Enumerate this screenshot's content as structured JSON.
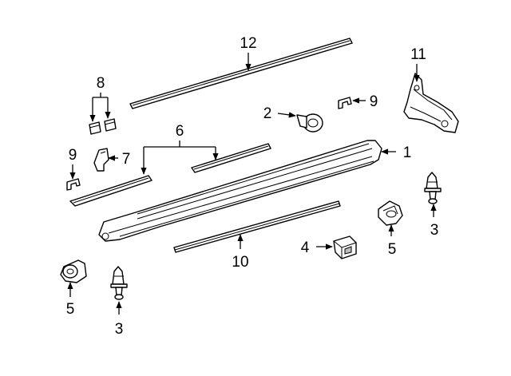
{
  "callouts": [
    {
      "id": "1",
      "label": "1"
    },
    {
      "id": "2",
      "label": "2"
    },
    {
      "id": "3a",
      "label": "3"
    },
    {
      "id": "3b",
      "label": "3"
    },
    {
      "id": "4",
      "label": "4"
    },
    {
      "id": "5a",
      "label": "5"
    },
    {
      "id": "5b",
      "label": "5"
    },
    {
      "id": "6",
      "label": "6"
    },
    {
      "id": "7",
      "label": "7"
    },
    {
      "id": "8",
      "label": "8"
    },
    {
      "id": "9a",
      "label": "9"
    },
    {
      "id": "9b",
      "label": "9"
    },
    {
      "id": "10",
      "label": "10"
    },
    {
      "id": "11",
      "label": "11"
    },
    {
      "id": "12",
      "label": "12"
    }
  ],
  "colors": {
    "line": "#000000",
    "background": "#ffffff",
    "shade": "#bdbdbd"
  }
}
